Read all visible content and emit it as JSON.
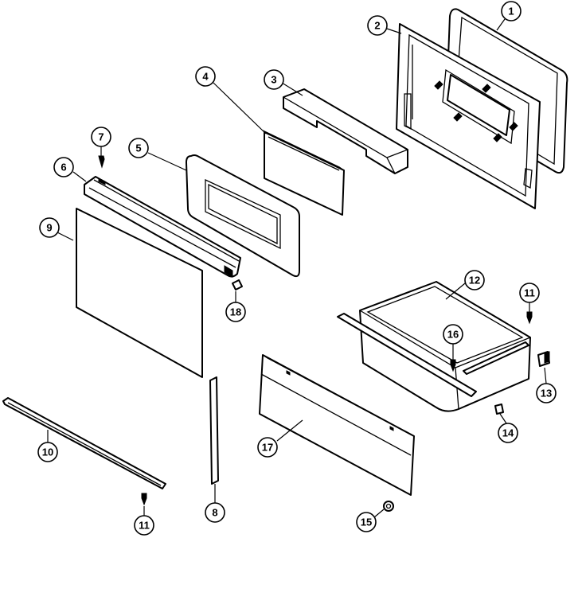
{
  "callouts": {
    "c1": "1",
    "c2": "2",
    "c3": "3",
    "c4": "4",
    "c5": "5",
    "c6": "6",
    "c7": "7",
    "c8": "8",
    "c9": "9",
    "c10": "10",
    "c11a": "11",
    "c11b": "11",
    "c12": "12",
    "c13": "13",
    "c14": "14",
    "c15": "15",
    "c16": "16",
    "c17": "17",
    "c18": "18"
  }
}
